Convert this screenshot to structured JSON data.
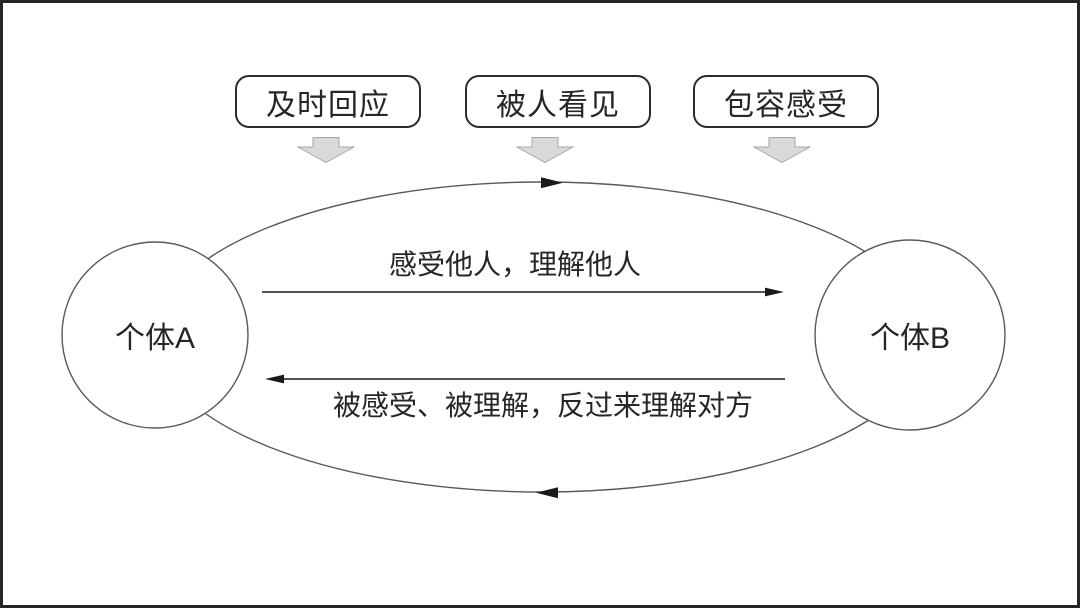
{
  "top_boxes": [
    {
      "label": "及时回应"
    },
    {
      "label": "被人看见"
    },
    {
      "label": "包容感受"
    }
  ],
  "nodes": {
    "left": {
      "label": "个体A"
    },
    "right": {
      "label": "个体B"
    }
  },
  "relations": {
    "forward": {
      "label": "感受他人，理解他人",
      "direction": "left-to-right"
    },
    "backward": {
      "label": "被感受、被理解，反过来理解对方",
      "direction": "right-to-left"
    },
    "cycle": {
      "direction": "clockwise"
    }
  },
  "colors": {
    "background": "#ffffff",
    "frame_border": "#262626",
    "box_border": "#2b2b2b",
    "block_arrow_fill": "#d9d9d9",
    "block_arrow_border": "#a6a6a6",
    "curve_stroke": "#595959",
    "line_stroke": "#1a1a1a",
    "text": "#262626"
  }
}
